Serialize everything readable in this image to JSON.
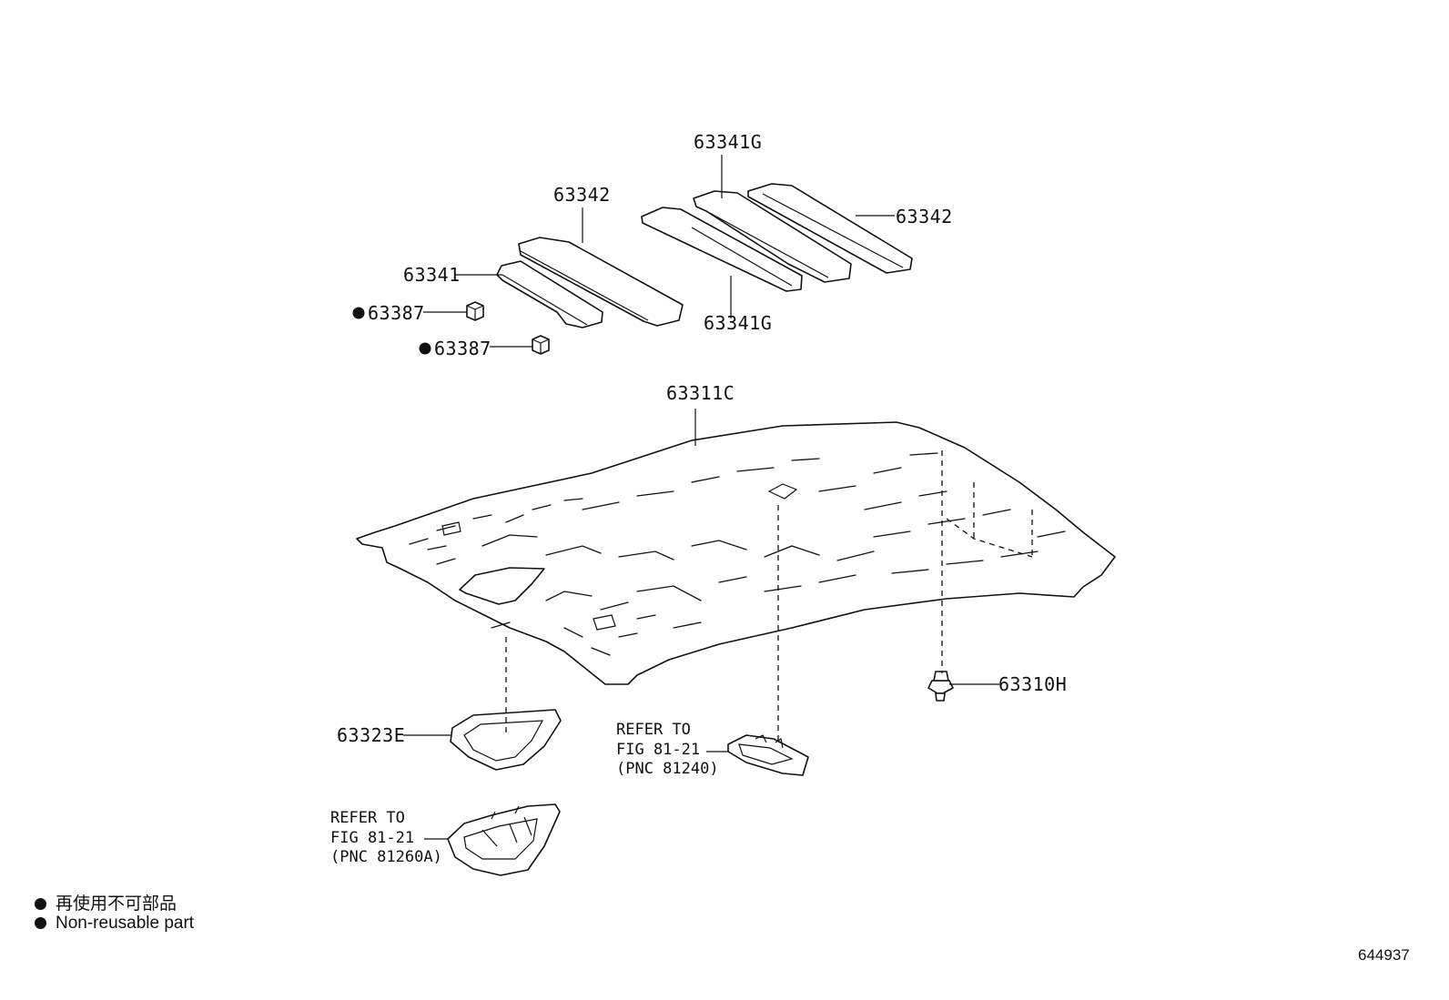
{
  "labels": {
    "p63341G_top": "63341G",
    "p63342_left": "63342",
    "p63342_right": "63342",
    "p63341": "63341",
    "p63341G_bottom": "63341G",
    "p63387_a": "63387",
    "p63387_b": "63387",
    "p63311C": "63311C",
    "p63310H": "63310H",
    "p63323E": "63323E"
  },
  "refer_1": {
    "line1": "REFER TO",
    "line2": "FIG 81-21",
    "line3": "(PNC 81240)"
  },
  "refer_2": {
    "line1": "REFER TO",
    "line2": "FIG 81-21",
    "line3": "(PNC 81260A)"
  },
  "legend": {
    "jp": "再使用不可部品",
    "en": "Non-reusable part"
  },
  "figure_id": "644937"
}
